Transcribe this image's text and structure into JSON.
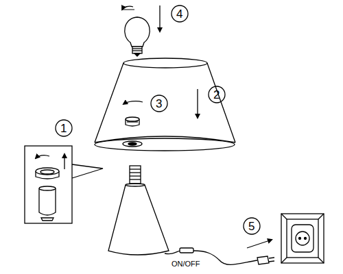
{
  "diagram": {
    "labels": [
      "4",
      "3",
      "2",
      "1",
      "5",
      "ON/OFF"
    ]
  }
}
